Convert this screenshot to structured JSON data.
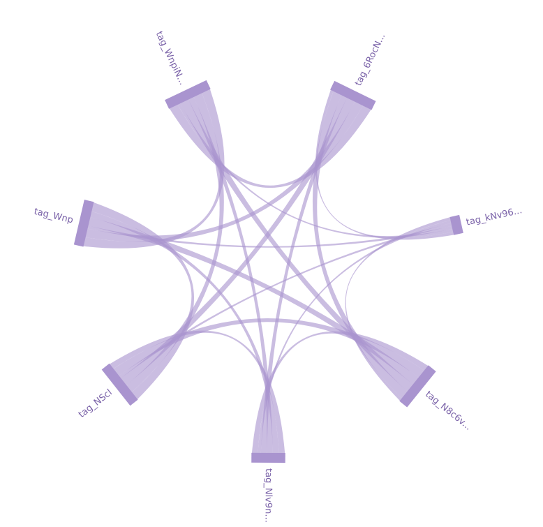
{
  "chart_data": {
    "type": "chord",
    "color": "#a994cf",
    "label_color": "#7a62a8",
    "nodes": [
      {
        "id": "wnpin",
        "label": "tag_WnpiN..."
      },
      {
        "id": "6rocn",
        "label": "tag_6RocN..."
      },
      {
        "id": "knv96",
        "label": "tag_kNv96..."
      },
      {
        "id": "n8c6v",
        "label": "tag_N8c6v..."
      },
      {
        "id": "nlv9n",
        "label": "tag_Nlv9n..."
      },
      {
        "id": "nscl",
        "label": "tag_NScl"
      },
      {
        "id": "wnp",
        "label": "tag_Wnp"
      }
    ],
    "links": [
      {
        "source": "wnpin",
        "target": "6rocn",
        "value": 3
      },
      {
        "source": "wnpin",
        "target": "knv96",
        "value": 1
      },
      {
        "source": "wnpin",
        "target": "n8c6v",
        "value": 3
      },
      {
        "source": "wnpin",
        "target": "nlv9n",
        "value": 2
      },
      {
        "source": "wnpin",
        "target": "nscl",
        "value": 3
      },
      {
        "source": "wnpin",
        "target": "wnp",
        "value": 3
      },
      {
        "source": "6rocn",
        "target": "knv96",
        "value": 1
      },
      {
        "source": "6rocn",
        "target": "n8c6v",
        "value": 3
      },
      {
        "source": "6rocn",
        "target": "nlv9n",
        "value": 2
      },
      {
        "source": "6rocn",
        "target": "nscl",
        "value": 3
      },
      {
        "source": "6rocn",
        "target": "wnp",
        "value": 3
      },
      {
        "source": "knv96",
        "target": "n8c6v",
        "value": 1
      },
      {
        "source": "knv96",
        "target": "nlv9n",
        "value": 1
      },
      {
        "source": "knv96",
        "target": "nscl",
        "value": 1
      },
      {
        "source": "knv96",
        "target": "wnp",
        "value": 1
      },
      {
        "source": "n8c6v",
        "target": "nlv9n",
        "value": 2
      },
      {
        "source": "n8c6v",
        "target": "nscl",
        "value": 3
      },
      {
        "source": "n8c6v",
        "target": "wnp",
        "value": 3
      },
      {
        "source": "nlv9n",
        "target": "nscl",
        "value": 2
      },
      {
        "source": "nlv9n",
        "target": "wnp",
        "value": 2
      },
      {
        "source": "nscl",
        "target": "wnp",
        "value": 3
      }
    ]
  }
}
